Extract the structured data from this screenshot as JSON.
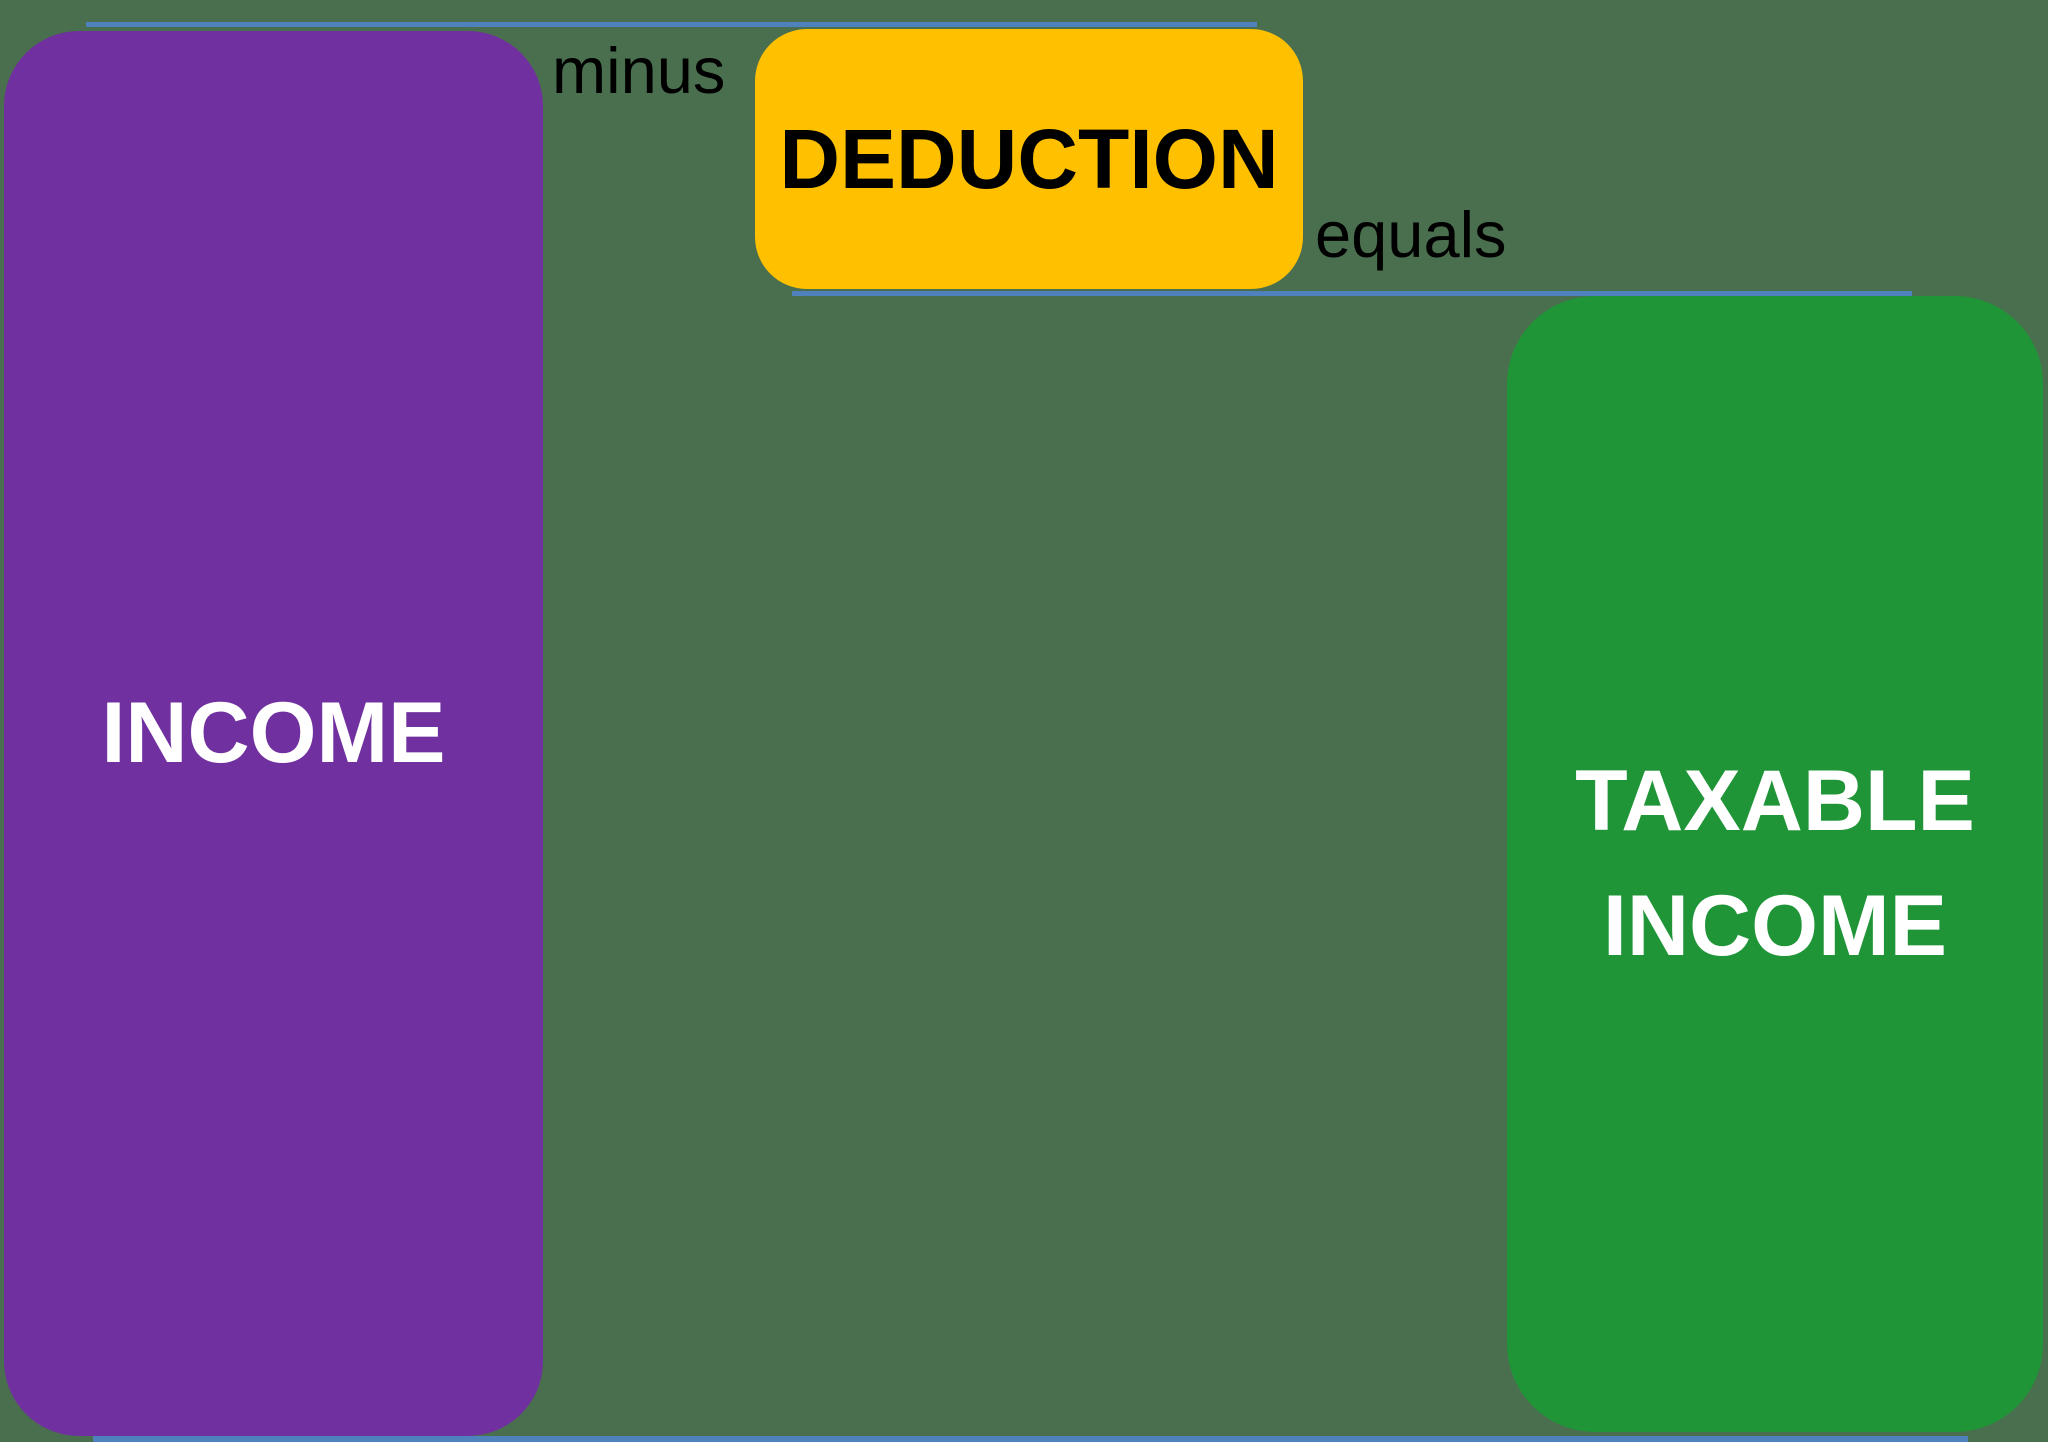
{
  "diagram": {
    "description": "Tax equation diagram: income minus deduction equals taxable income",
    "background_color": "#4A6F4E",
    "accent_line_color": "#4F81BD",
    "income": {
      "label": "INCOME",
      "color": "#7030A0",
      "text_color": "#FFFFFF"
    },
    "deduction": {
      "label": "DEDUCTION",
      "color": "#FFC000",
      "text_color": "#000000"
    },
    "taxable": {
      "label": "TAXABLE INCOME",
      "color": "#1F9538",
      "text_color": "#FFFFFF"
    },
    "operators": {
      "minus": "minus",
      "equals": "equals"
    }
  }
}
